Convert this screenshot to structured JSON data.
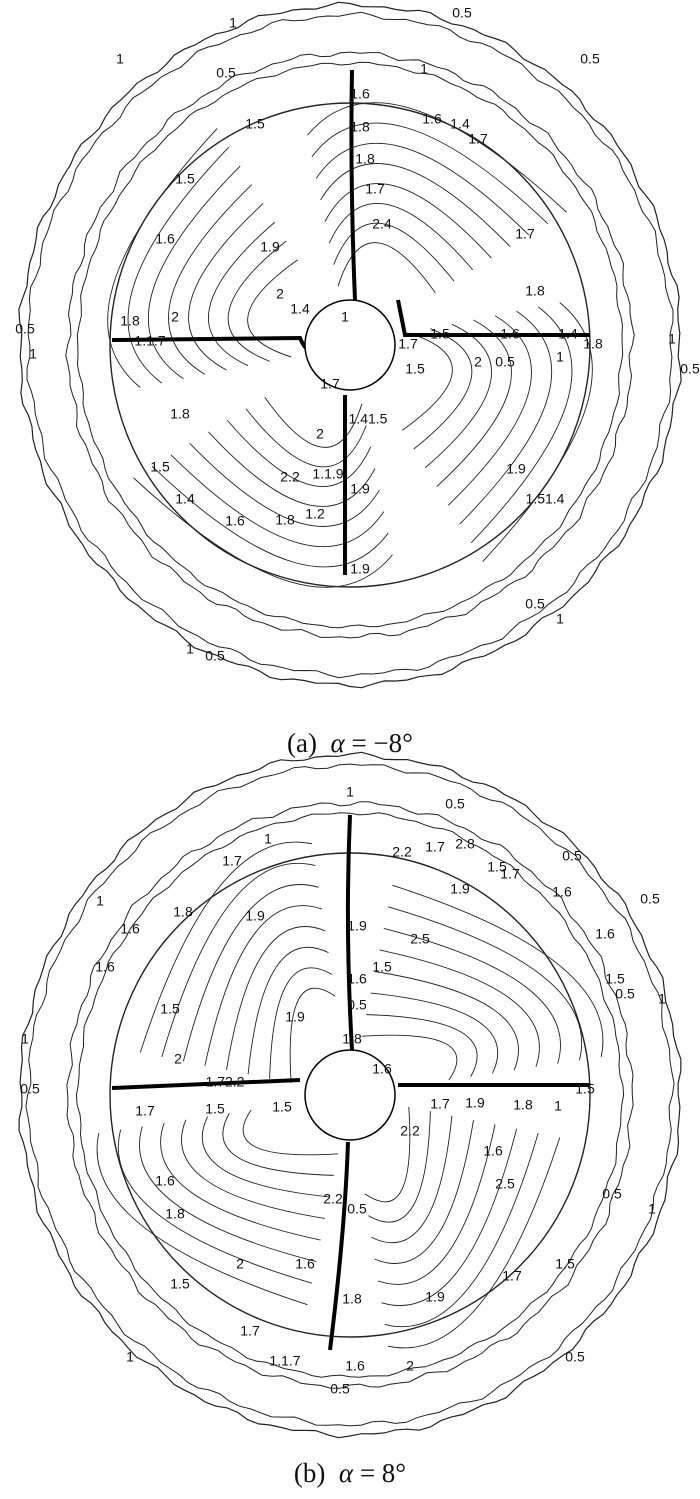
{
  "panels": [
    {
      "id": "a",
      "caption_prefix": "(a)",
      "caption_symbol": "α",
      "caption_value": "= −8°",
      "labels": [
        "0.5",
        "1",
        "0.5",
        "1",
        "1",
        "0.5",
        "0.5",
        "1",
        "0.5",
        "1",
        "1",
        "0.5",
        "1",
        "0.5",
        "1.5",
        "1.5",
        "1.6",
        "1.9",
        "2",
        "1.8",
        "2",
        "1.1.7",
        "1.4",
        "1",
        "1.6",
        "1.8",
        "1.7",
        "1.8",
        "2.4",
        "1.6",
        "1.4",
        "1.7",
        "1.7",
        "1.8",
        "1.5",
        "1.6",
        "1.4",
        "1.8",
        "1.7",
        "2",
        "0.5",
        "1",
        "1.8",
        "1.5",
        "1.4",
        "1.6",
        "1.8",
        "2.2",
        "1.7",
        "2",
        "1.1.9",
        "1.2",
        "1.41.5",
        "1.9",
        "1.9",
        "1.9",
        "1.51.4",
        "1.5"
      ]
    },
    {
      "id": "b",
      "caption_prefix": "(b)",
      "caption_symbol": "α",
      "caption_value": "= 8°",
      "labels": [
        "1",
        "0.5",
        "1",
        "0.5",
        "1",
        "0.5",
        "0.5",
        "1",
        "1",
        "0.5",
        "0.5",
        "1",
        "1",
        "0.5",
        "1.7",
        "1.8",
        "1.6",
        "1.6",
        "1.9",
        "1.5",
        "2",
        "1.72.2",
        "1.9",
        "1.7",
        "1.5",
        "1.5",
        "1.9",
        "1.6",
        "1.8",
        "0.5",
        "2.2",
        "2.5",
        "1.5",
        "1.7",
        "2.8",
        "1.5",
        "1.7",
        "1.9",
        "1.6",
        "1.6",
        "1.5",
        "1.6",
        "1.7",
        "1.9",
        "1.8",
        "1",
        "1.5",
        "2.2",
        "1.6",
        "2.5",
        "2.2",
        "1.6",
        "0.5",
        "1.8",
        "1.6",
        "1.8",
        "1.5",
        "1.7",
        "2",
        "1.9",
        "1.7",
        "1.5",
        "1.1.7",
        "1.6",
        "2",
        "0.5"
      ]
    }
  ]
}
